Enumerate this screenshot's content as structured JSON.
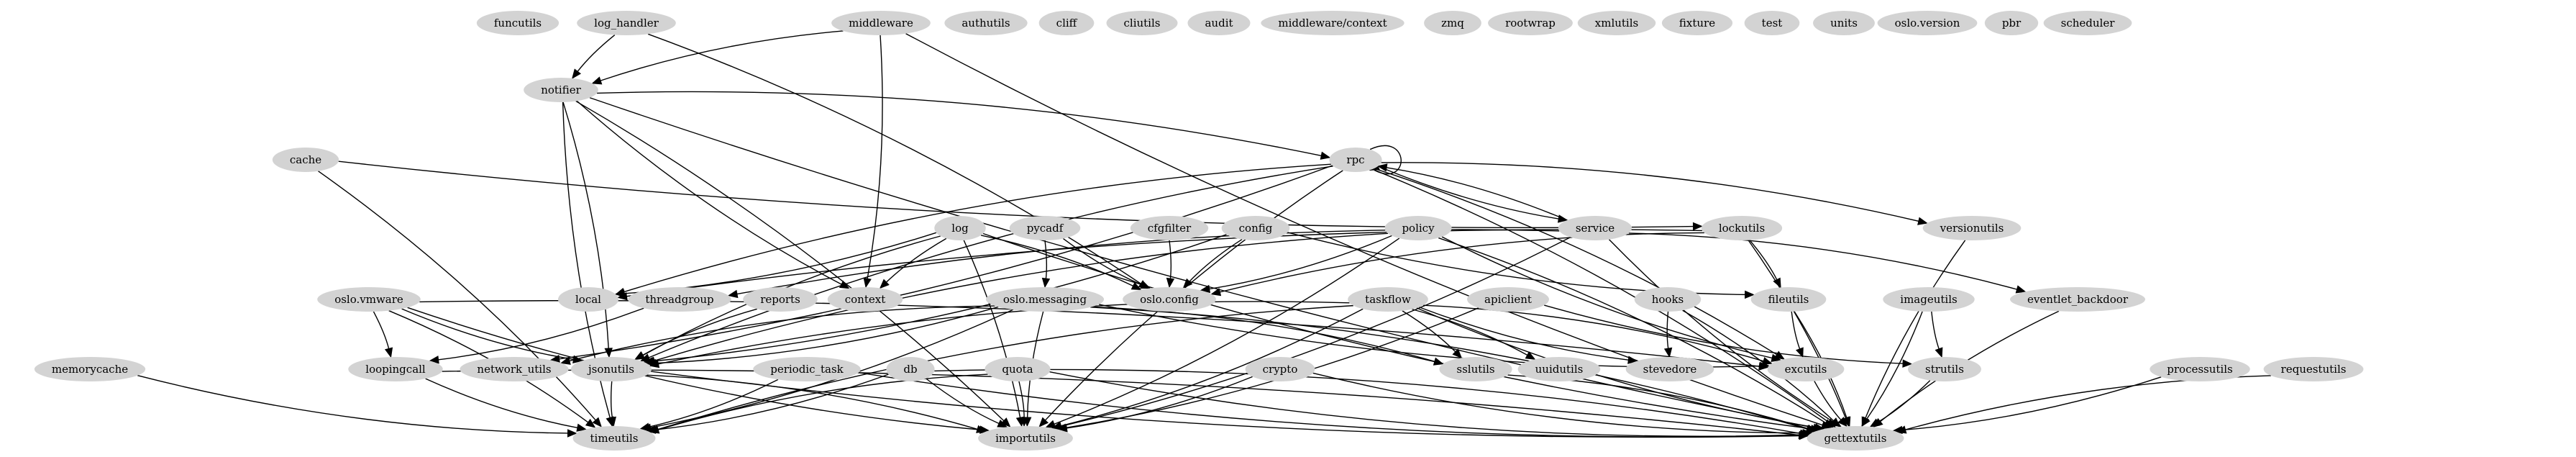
{
  "graph": {
    "nodes": [
      {
        "id": "funcutils",
        "label": "funcutils"
      },
      {
        "id": "log_handler",
        "label": "log_handler"
      },
      {
        "id": "middleware",
        "label": "middleware"
      },
      {
        "id": "authutils",
        "label": "authutils"
      },
      {
        "id": "cliff",
        "label": "cliff"
      },
      {
        "id": "cliutils",
        "label": "cliutils"
      },
      {
        "id": "audit",
        "label": "audit"
      },
      {
        "id": "middleware_context",
        "label": "middleware/context"
      },
      {
        "id": "zmq",
        "label": "zmq"
      },
      {
        "id": "rootwrap",
        "label": "rootwrap"
      },
      {
        "id": "xmlutils",
        "label": "xmlutils"
      },
      {
        "id": "fixture",
        "label": "fixture"
      },
      {
        "id": "test",
        "label": "test"
      },
      {
        "id": "units",
        "label": "units"
      },
      {
        "id": "oslo_version",
        "label": "oslo.version"
      },
      {
        "id": "pbr",
        "label": "pbr"
      },
      {
        "id": "scheduler",
        "label": "scheduler"
      },
      {
        "id": "notifier",
        "label": "notifier"
      },
      {
        "id": "rpc",
        "label": "rpc"
      },
      {
        "id": "cache",
        "label": "cache"
      },
      {
        "id": "lockutils",
        "label": "lockutils"
      },
      {
        "id": "versionutils",
        "label": "versionutils"
      },
      {
        "id": "log",
        "label": "log"
      },
      {
        "id": "pycadf",
        "label": "pycadf"
      },
      {
        "id": "cfgfilter",
        "label": "cfgfilter"
      },
      {
        "id": "config",
        "label": "config"
      },
      {
        "id": "policy",
        "label": "policy"
      },
      {
        "id": "service",
        "label": "service"
      },
      {
        "id": "local",
        "label": "local"
      },
      {
        "id": "threadgroup",
        "label": "threadgroup"
      },
      {
        "id": "reports",
        "label": "reports"
      },
      {
        "id": "context",
        "label": "context"
      },
      {
        "id": "oslo_messaging",
        "label": "oslo.messaging"
      },
      {
        "id": "oslo_config",
        "label": "oslo.config"
      },
      {
        "id": "taskflow",
        "label": "taskflow"
      },
      {
        "id": "apiclient",
        "label": "apiclient"
      },
      {
        "id": "hooks",
        "label": "hooks"
      },
      {
        "id": "fileutils",
        "label": "fileutils"
      },
      {
        "id": "imageutils",
        "label": "imageutils"
      },
      {
        "id": "eventlet_backdoor",
        "label": "eventlet_backdoor"
      },
      {
        "id": "oslo_vmware",
        "label": "oslo.vmware"
      },
      {
        "id": "loopingcall",
        "label": "loopingcall"
      },
      {
        "id": "network_utils",
        "label": "network_utils"
      },
      {
        "id": "jsonutils",
        "label": "jsonutils"
      },
      {
        "id": "sslutils",
        "label": "sslutils"
      },
      {
        "id": "uuidutils",
        "label": "uuidutils"
      },
      {
        "id": "stevedore",
        "label": "stevedore"
      },
      {
        "id": "excutils",
        "label": "excutils"
      },
      {
        "id": "strutils",
        "label": "strutils"
      },
      {
        "id": "memorycache",
        "label": "memorycache"
      },
      {
        "id": "periodic_task",
        "label": "periodic_task"
      },
      {
        "id": "db",
        "label": "db"
      },
      {
        "id": "quota",
        "label": "quota"
      },
      {
        "id": "crypto",
        "label": "crypto"
      },
      {
        "id": "processutils",
        "label": "processutils"
      },
      {
        "id": "requestutils",
        "label": "requestutils"
      },
      {
        "id": "timeutils",
        "label": "timeutils"
      },
      {
        "id": "importutils",
        "label": "importutils"
      },
      {
        "id": "gettextutils",
        "label": "gettextutils"
      }
    ],
    "edges": [
      [
        "log_handler",
        "notifier"
      ],
      [
        "log_handler",
        "oslo_config"
      ],
      [
        "middleware",
        "notifier"
      ],
      [
        "middleware",
        "context"
      ],
      [
        "middleware",
        "gettextutils"
      ],
      [
        "notifier",
        "rpc"
      ],
      [
        "notifier",
        "context"
      ],
      [
        "notifier",
        "jsonutils"
      ],
      [
        "notifier",
        "timeutils"
      ],
      [
        "notifier",
        "importutils"
      ],
      [
        "notifier",
        "gettextutils"
      ],
      [
        "rpc",
        "rpc"
      ],
      [
        "rpc",
        "service"
      ],
      [
        "rpc",
        "versionutils"
      ],
      [
        "rpc",
        "local"
      ],
      [
        "rpc",
        "network_utils"
      ],
      [
        "rpc",
        "jsonutils"
      ],
      [
        "rpc",
        "excutils"
      ],
      [
        "rpc",
        "importutils"
      ],
      [
        "rpc",
        "gettextutils"
      ],
      [
        "cache",
        "lockutils"
      ],
      [
        "cache",
        "timeutils"
      ],
      [
        "lockutils",
        "oslo_config"
      ],
      [
        "lockutils",
        "fileutils"
      ],
      [
        "lockutils",
        "local"
      ],
      [
        "lockutils",
        "gettextutils"
      ],
      [
        "versionutils",
        "gettextutils"
      ],
      [
        "log",
        "local"
      ],
      [
        "log",
        "context"
      ],
      [
        "log",
        "oslo_config"
      ],
      [
        "log",
        "jsonutils"
      ],
      [
        "log",
        "importutils"
      ],
      [
        "log",
        "gettextutils"
      ],
      [
        "pycadf",
        "oslo_messaging"
      ],
      [
        "pycadf",
        "oslo_config"
      ],
      [
        "cfgfilter",
        "oslo_config"
      ],
      [
        "config",
        "oslo_config"
      ],
      [
        "config",
        "jsonutils"
      ],
      [
        "config",
        "fileutils"
      ],
      [
        "policy",
        "oslo_config"
      ],
      [
        "policy",
        "jsonutils"
      ],
      [
        "policy",
        "importutils"
      ],
      [
        "policy",
        "excutils"
      ],
      [
        "policy",
        "gettextutils"
      ],
      [
        "service",
        "threadgroup"
      ],
      [
        "service",
        "eventlet_backdoor"
      ],
      [
        "service",
        "rpc"
      ],
      [
        "service",
        "importutils"
      ],
      [
        "service",
        "gettextutils"
      ],
      [
        "threadgroup",
        "loopingcall"
      ],
      [
        "reports",
        "jsonutils"
      ],
      [
        "oslo_messaging",
        "jsonutils"
      ],
      [
        "oslo_messaging",
        "network_utils"
      ],
      [
        "oslo_messaging",
        "sslutils"
      ],
      [
        "oslo_messaging",
        "excutils"
      ],
      [
        "oslo_messaging",
        "timeutils"
      ],
      [
        "oslo_messaging",
        "importutils"
      ],
      [
        "oslo_messaging",
        "gettextutils"
      ],
      [
        "taskflow",
        "jsonutils"
      ],
      [
        "taskflow",
        "uuidutils"
      ],
      [
        "taskflow",
        "stevedore"
      ],
      [
        "taskflow",
        "excutils"
      ],
      [
        "taskflow",
        "timeutils"
      ],
      [
        "taskflow",
        "importutils"
      ],
      [
        "taskflow",
        "gettextutils"
      ],
      [
        "taskflow",
        "sslutils"
      ],
      [
        "apiclient",
        "strutils"
      ],
      [
        "apiclient",
        "importutils"
      ],
      [
        "hooks",
        "stevedore"
      ],
      [
        "hooks",
        "gettextutils"
      ],
      [
        "fileutils",
        "excutils"
      ],
      [
        "fileutils",
        "gettextutils"
      ],
      [
        "imageutils",
        "strutils"
      ],
      [
        "imageutils",
        "gettextutils"
      ],
      [
        "eventlet_backdoor",
        "gettextutils"
      ],
      [
        "oslo_vmware",
        "loopingcall"
      ],
      [
        "oslo_vmware",
        "jsonutils"
      ],
      [
        "oslo_vmware",
        "timeutils"
      ],
      [
        "oslo_vmware",
        "importutils"
      ],
      [
        "oslo_vmware",
        "excutils"
      ],
      [
        "loopingcall",
        "timeutils"
      ],
      [
        "loopingcall",
        "gettextutils"
      ],
      [
        "jsonutils",
        "timeutils"
      ],
      [
        "jsonutils",
        "importutils"
      ],
      [
        "jsonutils",
        "gettextutils"
      ],
      [
        "sslutils",
        "gettextutils"
      ],
      [
        "excutils",
        "gettextutils"
      ],
      [
        "strutils",
        "gettextutils"
      ],
      [
        "memorycache",
        "timeutils"
      ],
      [
        "periodic_task",
        "timeutils"
      ],
      [
        "periodic_task",
        "gettextutils"
      ],
      [
        "db",
        "timeutils"
      ],
      [
        "db",
        "importutils"
      ],
      [
        "db",
        "gettextutils"
      ],
      [
        "quota",
        "timeutils"
      ],
      [
        "quota",
        "importutils"
      ],
      [
        "quota",
        "gettextutils"
      ],
      [
        "crypto",
        "importutils"
      ],
      [
        "crypto",
        "gettextutils"
      ],
      [
        "processutils",
        "gettextutils"
      ],
      [
        "requestutils",
        "gettextutils"
      ]
    ]
  }
}
